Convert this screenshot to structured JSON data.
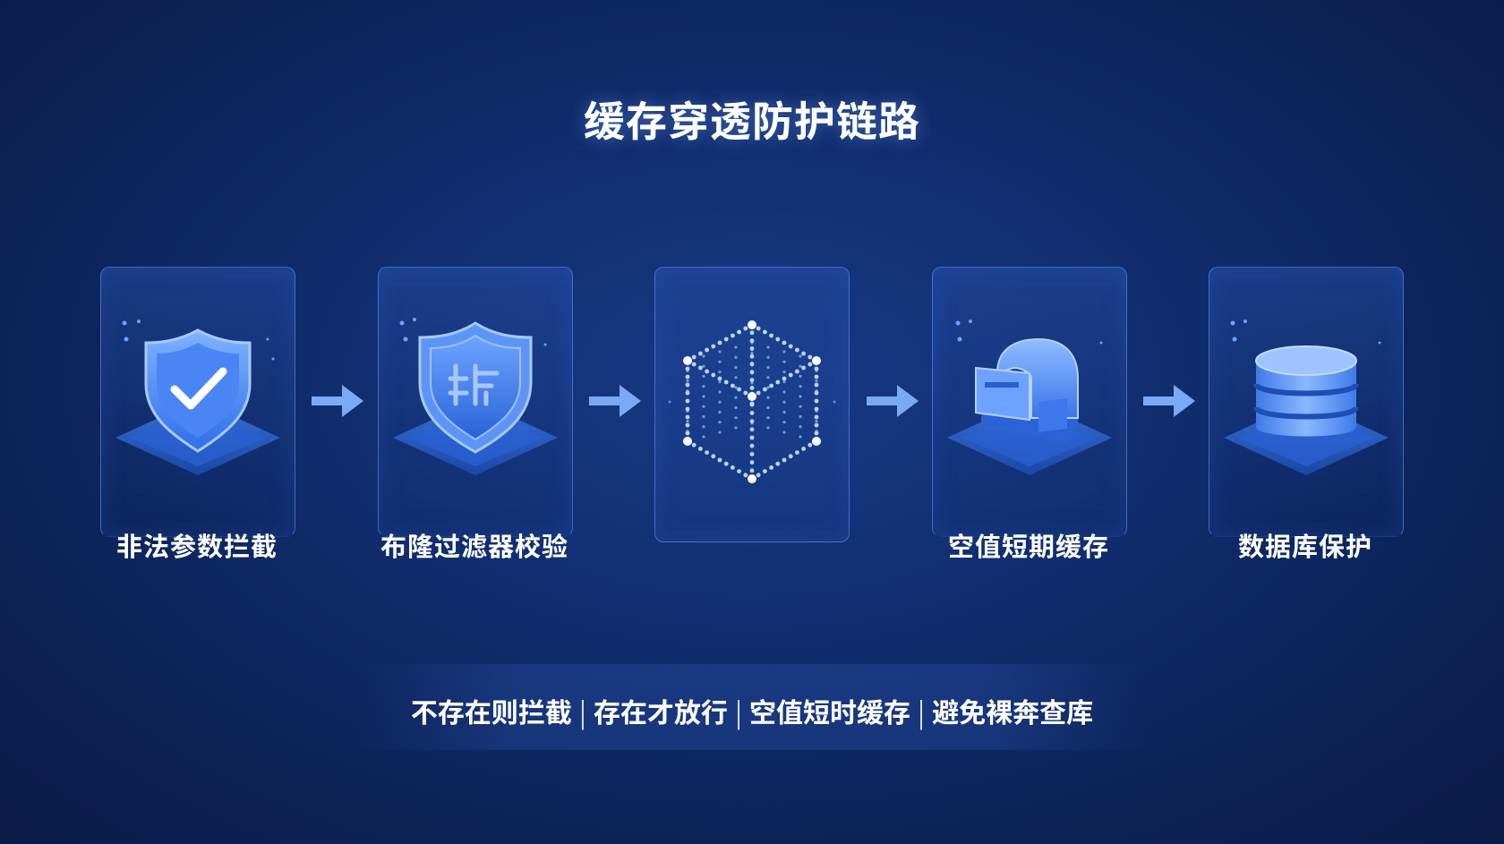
{
  "title": "缓存穿透防护链路",
  "steps": [
    {
      "label": "非法参数拦截",
      "icon": "shield-check-icon"
    },
    {
      "label": "布隆过滤器校验",
      "icon": "shield-filter-icon"
    },
    {
      "label": "",
      "icon": "bitmap-cube-icon"
    },
    {
      "label": "空值短期缓存",
      "icon": "cache-box-icon"
    },
    {
      "label": "数据库保护",
      "icon": "database-icon"
    }
  ],
  "summary": {
    "items": [
      "不存在则拦截",
      "存在才放行",
      "空值短时缓存",
      "避免裸奔查库"
    ],
    "separator": "|"
  },
  "colors": {
    "background": "#112d6e",
    "accent": "#4d8cff",
    "text": "#ffffff"
  }
}
